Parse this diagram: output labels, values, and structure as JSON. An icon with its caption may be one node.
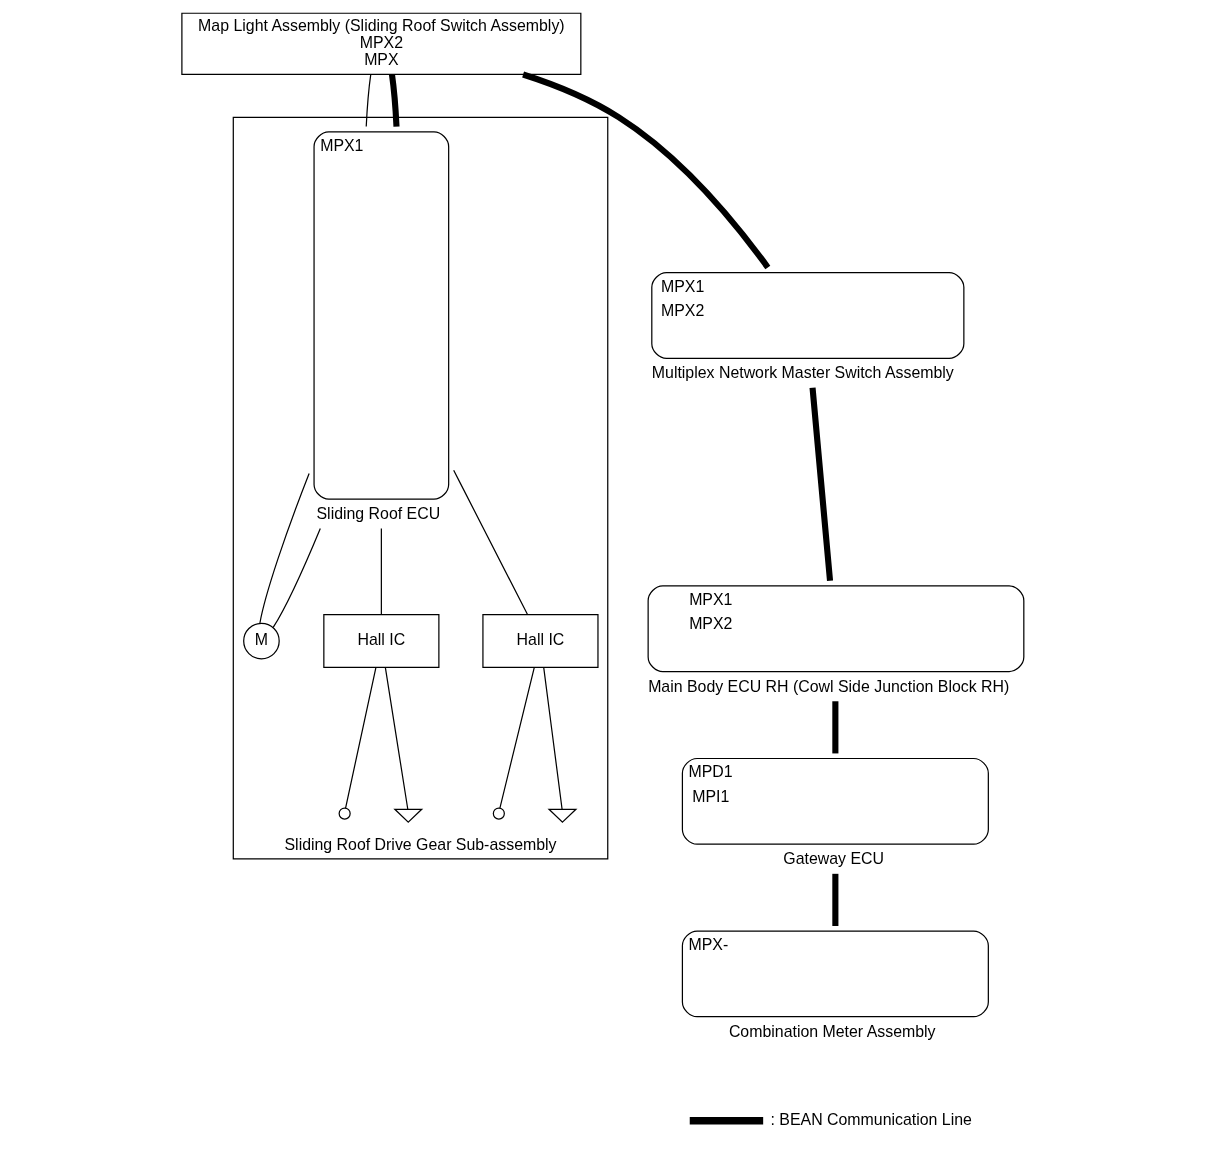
{
  "diagram": {
    "nodes": [
      {
        "text": [
          "Map Light Assembly (Sliding Roof Switch Assembly)",
          "MPX2",
          "MPX"
        ]
      },
      {
        "text": [
          "MPX1",
          "MPX2"
        ],
        "beside": [
          "Multiplex Network Master Switch Assembly"
        ]
      },
      {
        "text": [
          "MPX1",
          "MPX2"
        ],
        "beside": [
          "Main Body ECU RH (Cowl Side Junction Block RH)"
        ]
      },
      {
        "text": [
          "MPD1",
          "MPI1"
        ],
        "beside": [
          "Gateway ECU"
        ]
      },
      {
        "text": [
          "MPX-"
        ],
        "beside": [
          "Combination Meter Assembly"
        ]
      },
      {
        "text": [
          "Sliding Roof Drive Gear Sub-assembly"
        ]
      },
      {
        "text": [
          "MPX1"
        ],
        "beside": [
          "Sliding Roof ECU"
        ],
        "in": 5
      },
      {
        "text": [
          "M"
        ],
        "in": 5
      },
      {
        "text": [
          "Hall IC"
        ],
        "in": 5
      },
      {
        "text": [],
        "shape": "circle",
        "in": 5
      },
      {
        "text": [],
        "shape": "ground",
        "in": 5
      },
      {
        "text": [
          "Hall IC"
        ],
        "in": 5
      },
      {
        "text": [],
        "shape": "circle",
        "in": 5
      },
      {
        "text": [],
        "shape": "ground",
        "in": 5
      }
    ],
    "edges": [
      {
        "from": 0,
        "to": 6,
        "arrow": "none"
      },
      {
        "from": 0,
        "to": 6,
        "arrow": "none",
        "style": "thick"
      },
      {
        "from": 0,
        "to": 1,
        "arrow": "none",
        "style": "thick"
      },
      {
        "from": 1,
        "to": 2,
        "arrow": "none",
        "style": "thick"
      },
      {
        "from": 2,
        "to": 3,
        "arrow": "none",
        "style": "thick"
      },
      {
        "from": 3,
        "to": 4,
        "arrow": "none",
        "style": "thick"
      },
      {
        "from": 6,
        "to": 7,
        "arrow": "none"
      },
      {
        "from": 6,
        "to": 7,
        "arrow": "none"
      },
      {
        "from": 6,
        "to": 8,
        "arrow": "none"
      },
      {
        "from": 8,
        "to": 9,
        "arrow": "none"
      },
      {
        "from": 8,
        "to": 10,
        "arrow": "none"
      },
      {
        "from": 6,
        "to": 11,
        "arrow": "none"
      },
      {
        "from": 11,
        "to": 12,
        "arrow": "none"
      },
      {
        "from": 11,
        "to": 13,
        "arrow": "none"
      }
    ],
    "legend": [
      {
        "text": ": BEAN Communication Line"
      }
    ]
  }
}
